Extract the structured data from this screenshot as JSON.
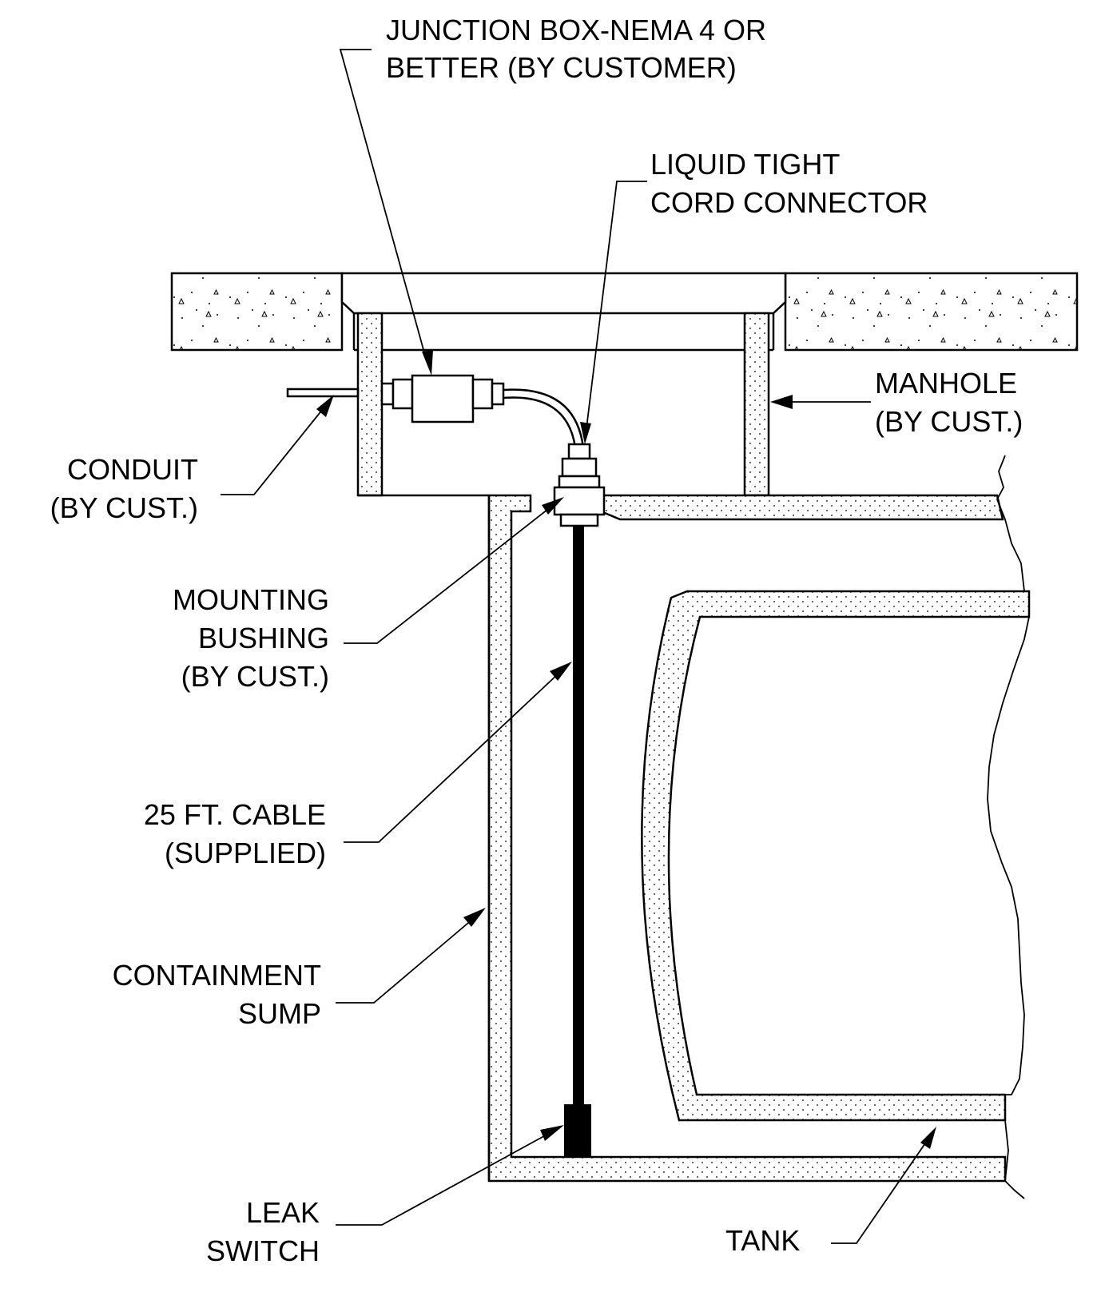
{
  "labels": {
    "junction_box": [
      "JUNCTION BOX-NEMA 4 OR",
      "BETTER (BY CUSTOMER)"
    ],
    "cord_connector": [
      "LIQUID TIGHT",
      "CORD CONNECTOR"
    ],
    "manhole": [
      "MANHOLE",
      "(BY CUST.)"
    ],
    "conduit": [
      "CONDUIT",
      "(BY CUST.)"
    ],
    "mounting_bushing": [
      "MOUNTING",
      "BUSHING",
      "(BY CUST.)"
    ],
    "cable": [
      "25 FT. CABLE",
      "(SUPPLIED)"
    ],
    "containment_sump": [
      "CONTAINMENT",
      "SUMP"
    ],
    "leak_switch": [
      "LEAK",
      "SWITCH"
    ],
    "tank": [
      "TANK"
    ]
  },
  "colors": {
    "ink": "#000000",
    "background": "#ffffff"
  }
}
